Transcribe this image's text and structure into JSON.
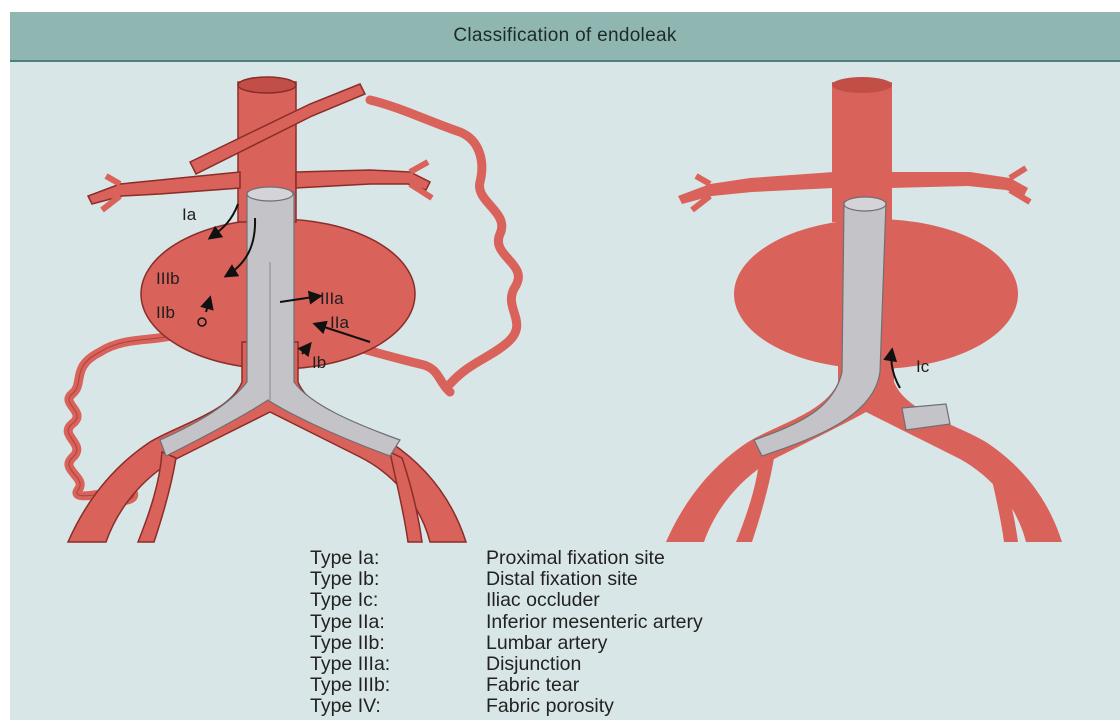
{
  "header": {
    "title": "Classification of endoleak"
  },
  "labels": {
    "ia": "Ia",
    "iiib": "IIIb",
    "iib": "IIb",
    "iiia": "IIIa",
    "iia": "IIa",
    "ib": "Ib",
    "ic": "Ic"
  },
  "legend": [
    {
      "type": "Type Ia:",
      "desc": "Proximal fixation site"
    },
    {
      "type": "Type Ib:",
      "desc": "Distal fixation site"
    },
    {
      "type": "Type Ic:",
      "desc": "Iliac occluder"
    },
    {
      "type": "Type IIa:",
      "desc": "Inferior mesenteric artery"
    },
    {
      "type": "Type IIb:",
      "desc": "Lumbar artery"
    },
    {
      "type": "Type IIIa:",
      "desc": "Disjunction"
    },
    {
      "type": "Type IIIb:",
      "desc": "Fabric tear"
    },
    {
      "type": "Type IV:",
      "desc": "Fabric porosity"
    }
  ],
  "colors": {
    "vessel": "#d9625a",
    "vessel_outline": "#8a2d29",
    "graft": "#c4c4c8",
    "header": "#8fb6b0",
    "background": "#d9e6e7"
  }
}
